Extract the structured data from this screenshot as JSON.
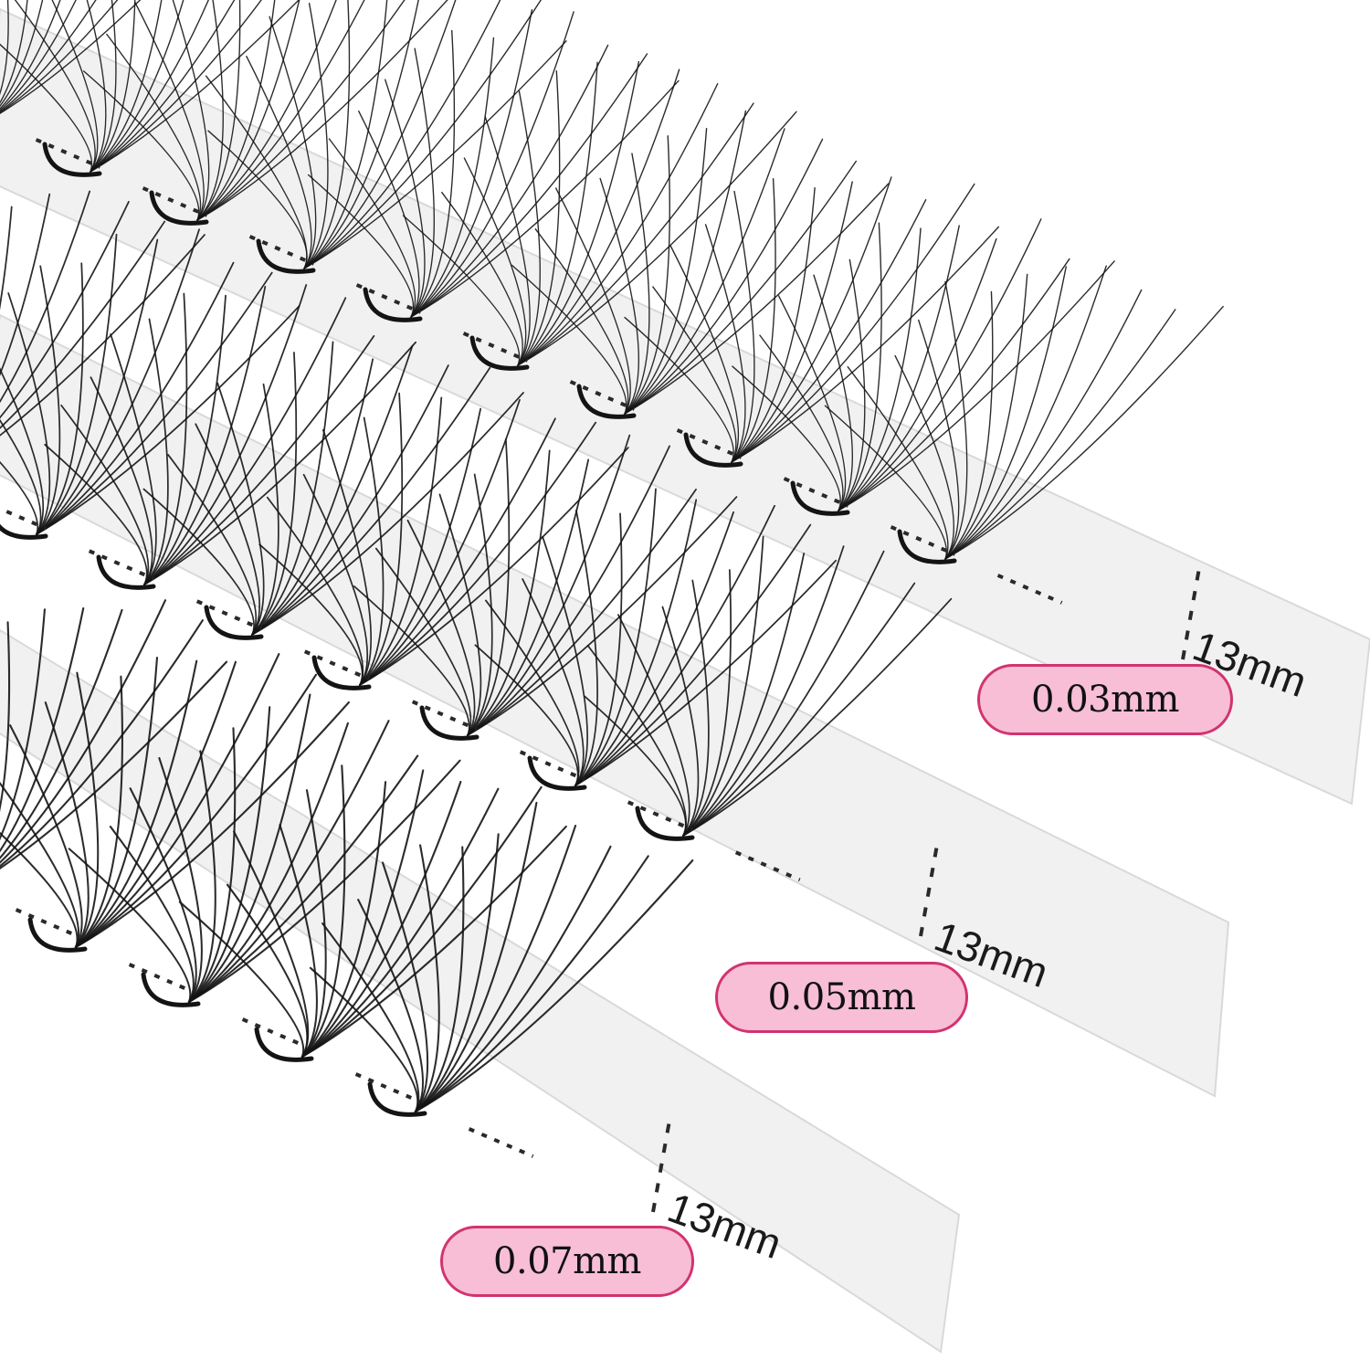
{
  "colors": {
    "background": "#ffffff",
    "strip_paper": "#f1f1f1",
    "strip_edge": "#d9d9d9",
    "lash_fiber": "#141414",
    "dash_line": "#2a2a2a",
    "pill_fill": "#f7bed6",
    "pill_border": "#d2336f",
    "pill_text": "#111111"
  },
  "strips": [
    {
      "thickness_label": "0.03mm",
      "length_label": "13mm",
      "fan_count": 10,
      "fibers_per_fan": 12
    },
    {
      "thickness_label": "0.05mm",
      "length_label": "13mm",
      "fan_count": 8,
      "fibers_per_fan": 12
    },
    {
      "thickness_label": "0.07mm",
      "length_label": "13mm",
      "fan_count": 5,
      "fibers_per_fan": 12
    }
  ]
}
